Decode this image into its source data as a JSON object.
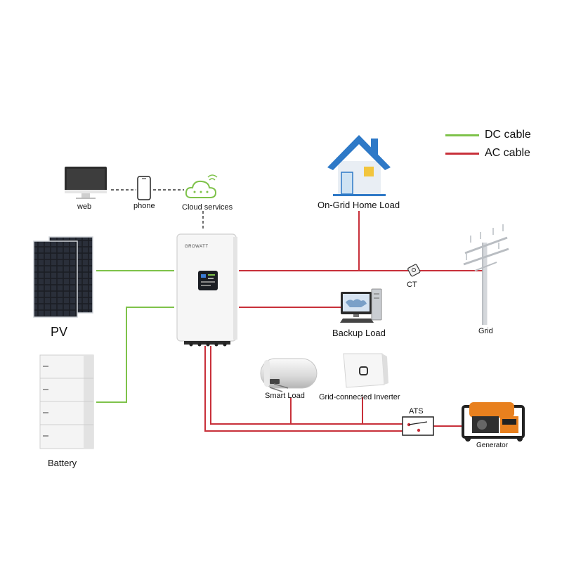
{
  "legend": {
    "dc_label": "DC cable",
    "ac_label": "AC cable",
    "dc_color": "#7ec24a",
    "ac_color": "#c8303a"
  },
  "monitoring": {
    "web_label": "web",
    "phone_label": "phone",
    "cloud_label": "Cloud services"
  },
  "inverter": {
    "brand_text": "GROWATT"
  },
  "components": {
    "pv_label": "PV",
    "battery_label": "Battery",
    "home_load_label": "On-Grid Home Load",
    "backup_load_label": "Backup Load",
    "grid_label": "Grid",
    "ct_label": "CT",
    "smart_load_label": "Smart Load",
    "grid_inverter_label": "Grid-connected Inverter",
    "ats_label": "ATS",
    "generator_label": "Generator"
  },
  "icons": {
    "web": "monitor-icon",
    "phone": "phone-icon",
    "cloud": "cloud-wifi-icon",
    "pv": "solar-panel-icon",
    "battery": "battery-stack-icon",
    "home": "house-icon",
    "backup": "computer-icon",
    "grid": "utility-pole-icon",
    "ct": "current-transformer-icon",
    "smart_load": "water-heater-icon",
    "grid_inverter": "inverter-icon",
    "ats": "transfer-switch-icon",
    "generator": "generator-icon"
  }
}
